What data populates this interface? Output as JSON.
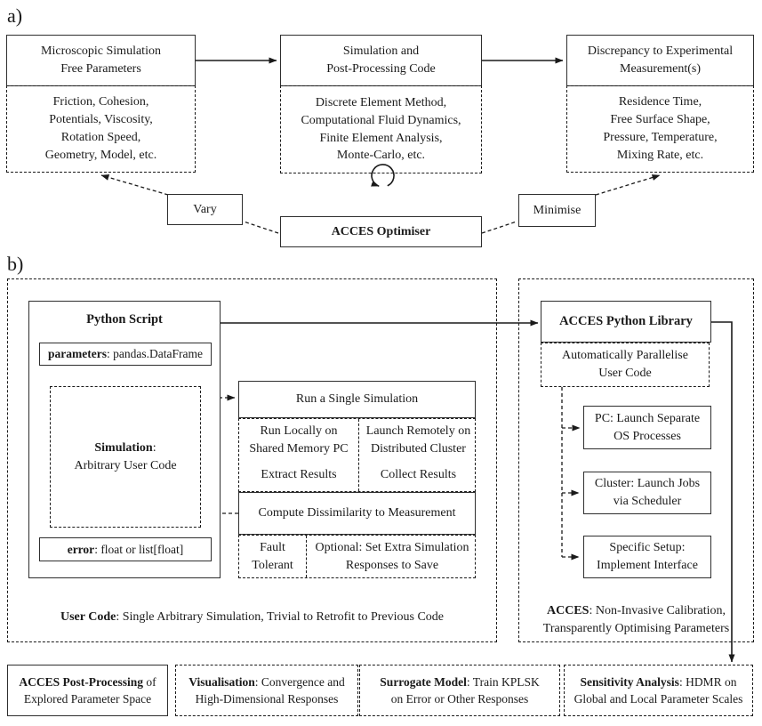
{
  "colors": {
    "ink": "#1a1a1a",
    "border": "#2e2e2e",
    "background": "#ffffff"
  },
  "icons": {
    "loop_icon": "cycle-arrow-icon",
    "arrowhead": "triangle-arrowhead"
  },
  "panel_a": {
    "label": "a)",
    "boxes": [
      {
        "title": "Microscopic Simulation\nFree Parameters",
        "detail": "Friction, Cohesion,\nPotentials, Viscosity,\nRotation Speed,\nGeometry, Model, etc."
      },
      {
        "title": "Simulation and\nPost-Processing Code",
        "detail": "Discrete Element Method,\nComputational Fluid Dynamics,\nFinite Element Analysis,\nMonte-Carlo, etc."
      },
      {
        "title": "Discrepancy to Experimental\nMeasurement(s)",
        "detail": "Residence Time,\nFree Surface Shape,\nPressure, Temperature,\nMixing Rate, etc."
      }
    ],
    "vary_label": "Vary",
    "optimiser_label": "ACCES Optimiser",
    "minimise_label": "Minimise"
  },
  "panel_b": {
    "label": "b)",
    "python_script": {
      "title": "Python Script",
      "parameters_bold": "parameters",
      "parameters_rest": ": pandas.DataFrame",
      "simulation_bold": "Simulation",
      "simulation_rest": ":\nArbitrary User Code",
      "error_bold": "error",
      "error_rest": ": float or list[float]"
    },
    "middle": {
      "run_single": "Run a Single Simulation",
      "run_locally": "Run Locally on\nShared Memory PC",
      "extract_results": "Extract Results",
      "launch_remotely": "Launch Remotely on\nDistributed Cluster",
      "collect_results": "Collect Results",
      "compute_dissimilarity": "Compute Dissimilarity to Measurement",
      "fault_tolerant": "Fault\nTolerant",
      "optional_save": "Optional: Set Extra Simulation\nResponses to Save"
    },
    "user_code_bold": "User Code",
    "user_code_rest": ": Single Arbitrary Simulation, Trivial to Retrofit to Previous Code",
    "acces_library": {
      "title": "ACCES Python Library",
      "subtitle": "Automatically Parallelise\nUser Code",
      "backends": [
        "PC: Launch Separate\nOS Processes",
        "Cluster: Launch Jobs\nvia Scheduler",
        "Specific Setup:\nImplement Interface"
      ],
      "footer_bold": "ACCES",
      "footer_rest": ": Non-Invasive Calibration,\nTransparently Optimising Parameters"
    },
    "bottom_row": [
      {
        "bold": "ACCES Post-Processing",
        "rest": " of\nExplored Parameter Space"
      },
      {
        "bold": "Visualisation",
        "rest": ": Convergence and\nHigh-Dimensional Responses"
      },
      {
        "bold": "Surrogate Model",
        "rest": ": Train KPLSK\non Error or Other Responses"
      },
      {
        "bold": "Sensitivity Analysis",
        "rest": ": HDMR on\nGlobal and Local Parameter Scales"
      }
    ]
  }
}
